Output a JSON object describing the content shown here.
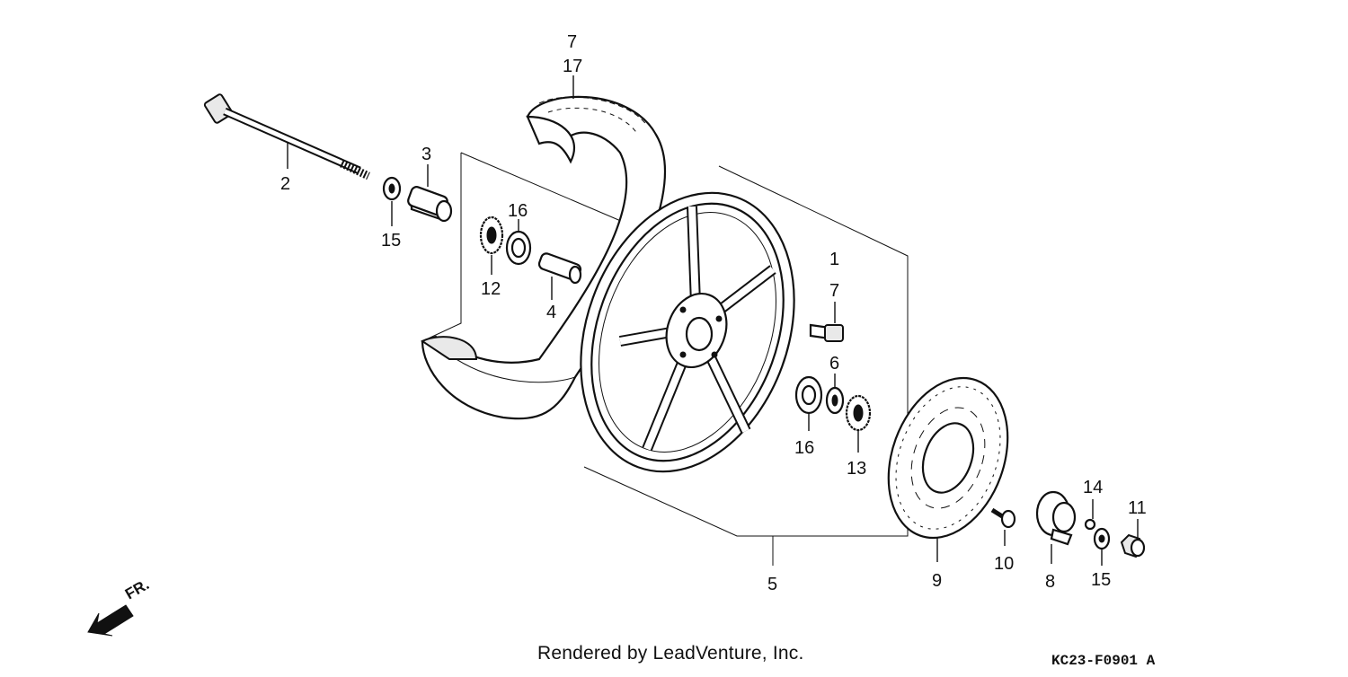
{
  "diagram": {
    "callouts": {
      "c1": "1",
      "c2": "2",
      "c3": "3",
      "c4": "4",
      "c5": "5",
      "c6": "6",
      "c7_tire": "7",
      "c7_valve": "7",
      "c8": "8",
      "c9": "9",
      "c10": "10",
      "c11": "11",
      "c12": "12",
      "c13": "13",
      "c14": "14",
      "c15_left": "15",
      "c15_right": "15",
      "c16_left": "16",
      "c16_right": "16",
      "c17": "17"
    },
    "direction_label": "FR.",
    "credit": "Rendered by LeadVenture, Inc.",
    "diagram_code": "KC23-F0901 A"
  }
}
